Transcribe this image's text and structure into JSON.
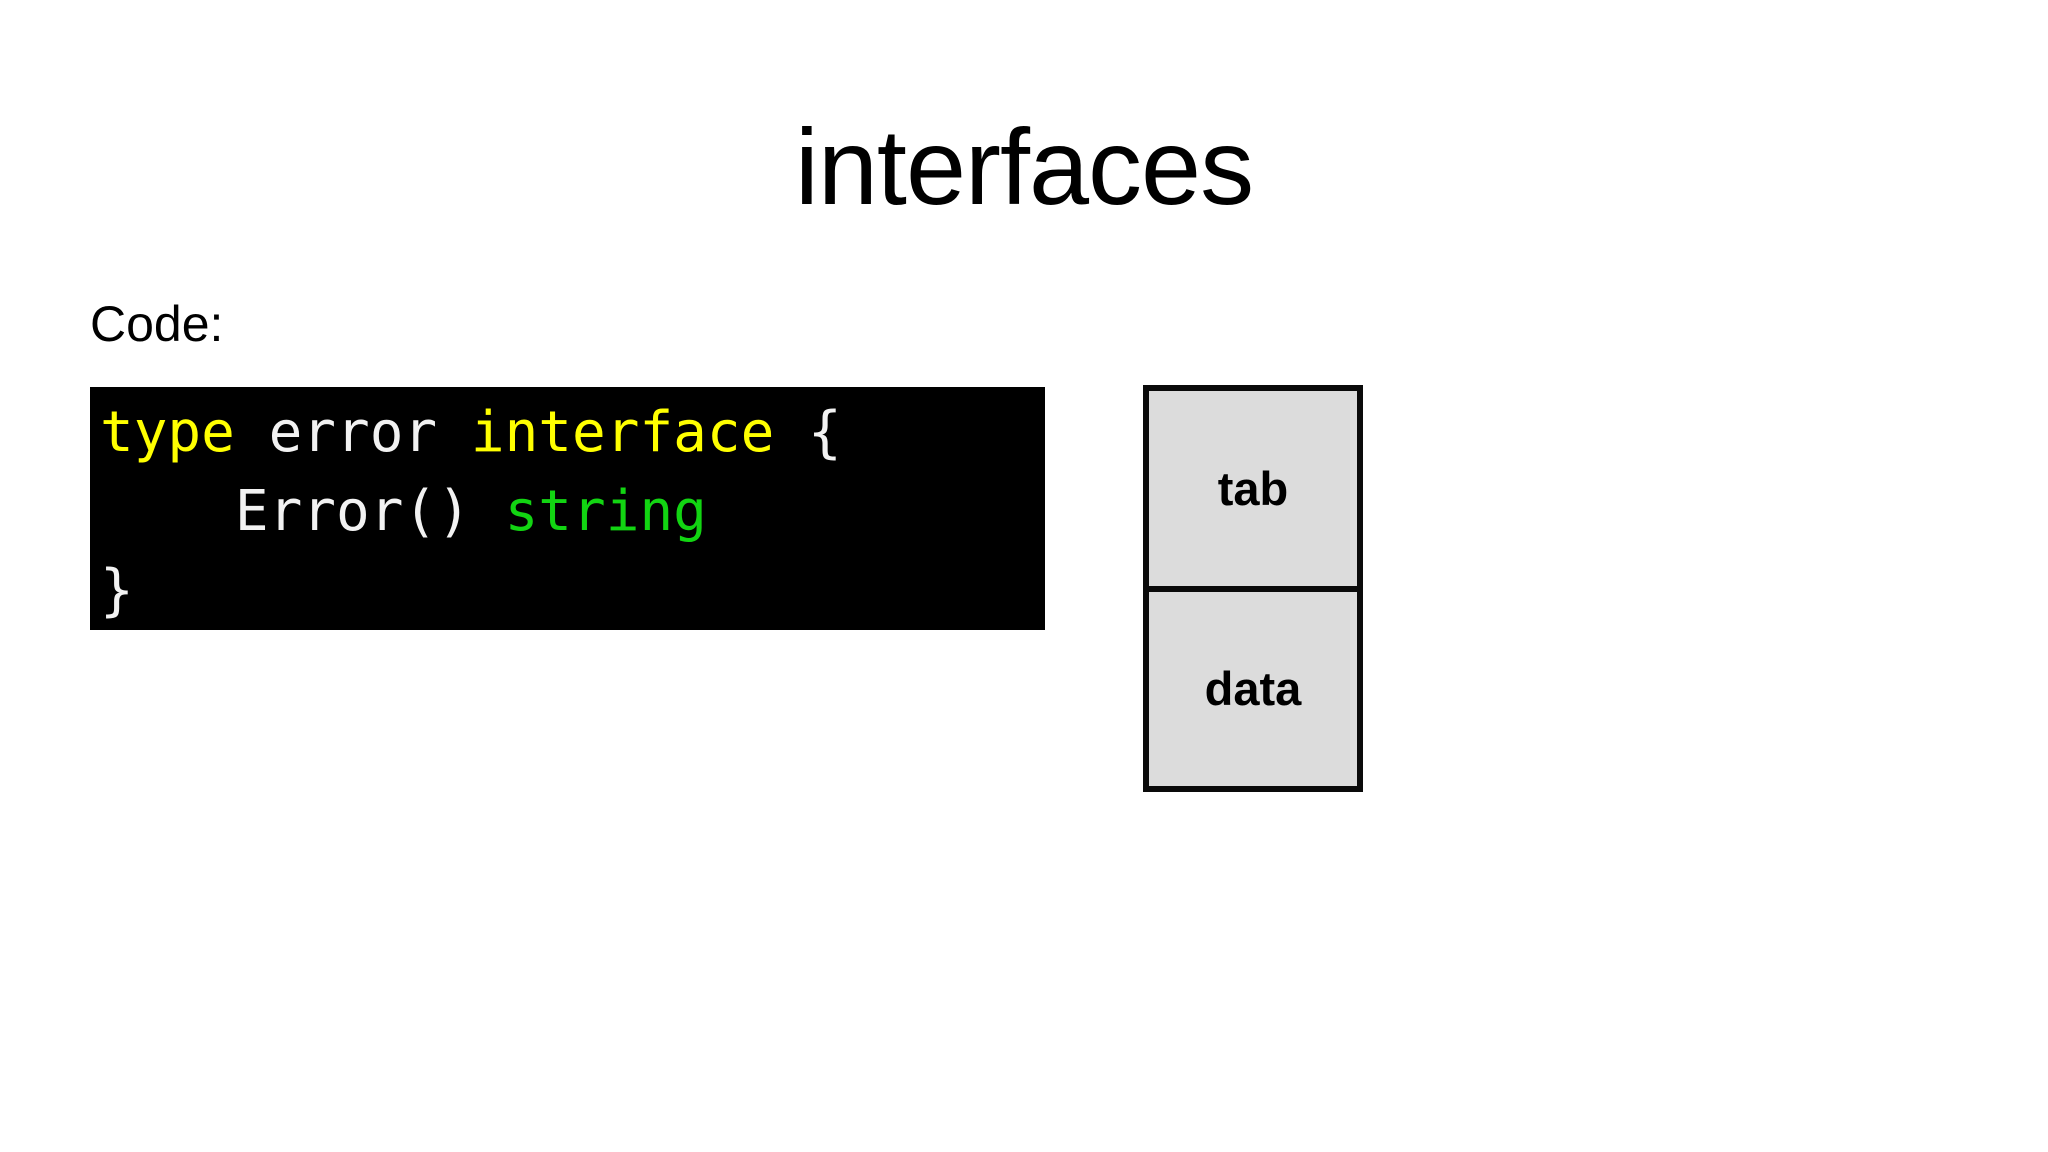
{
  "slide": {
    "title": "interfaces",
    "background_color": "#ffffff",
    "text_color": "#000000"
  },
  "code_section": {
    "label": "Code:",
    "background_color": "#000000",
    "language": "go",
    "colors": {
      "keyword": "#ffff00",
      "type": "#ffff00",
      "plain": "#f2f2f2",
      "builtin_type": "#12d512"
    },
    "lines": [
      {
        "tokens": [
          {
            "text": "type",
            "kind": "keyword"
          },
          {
            "text": " error ",
            "kind": "plain"
          },
          {
            "text": "interface",
            "kind": "type"
          },
          {
            "text": " {",
            "kind": "plain"
          }
        ]
      },
      {
        "tokens": [
          {
            "text": "    Error() ",
            "kind": "plain"
          },
          {
            "text": "string",
            "kind": "builtin_type"
          }
        ]
      },
      {
        "tokens": [
          {
            "text": "}",
            "kind": "plain"
          }
        ]
      }
    ],
    "plain_text": "type error interface {\n    Error() string\n}"
  },
  "diagram": {
    "fill_color": "#dcdcdc",
    "border_color": "#0a0a0a",
    "cells": [
      {
        "label": "tab"
      },
      {
        "label": "data"
      }
    ]
  }
}
